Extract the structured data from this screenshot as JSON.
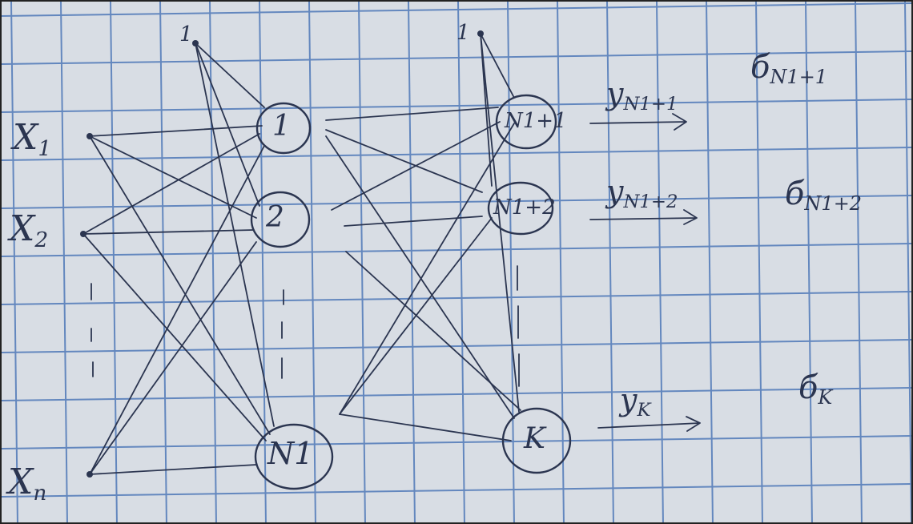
{
  "diagram": {
    "inputs": [
      {
        "label": "X",
        "sub": "1"
      },
      {
        "label": "X",
        "sub": "2"
      },
      {
        "label": "X",
        "sub": "n"
      }
    ],
    "bias1_label": "1",
    "bias2_label": "1",
    "hidden_nodes": [
      "1",
      "2",
      "N1"
    ],
    "output_nodes": [
      "N1+1",
      "N1+2",
      "K"
    ],
    "outputs": [
      {
        "y": "y",
        "y_sub": "N1+1",
        "delta": "б",
        "delta_sub": "N1+1"
      },
      {
        "y": "y",
        "y_sub": "N1+2",
        "delta": "б",
        "delta_sub": "N1+2"
      },
      {
        "y": "y",
        "y_sub": "K",
        "delta": "б",
        "delta_sub": "K"
      }
    ]
  }
}
